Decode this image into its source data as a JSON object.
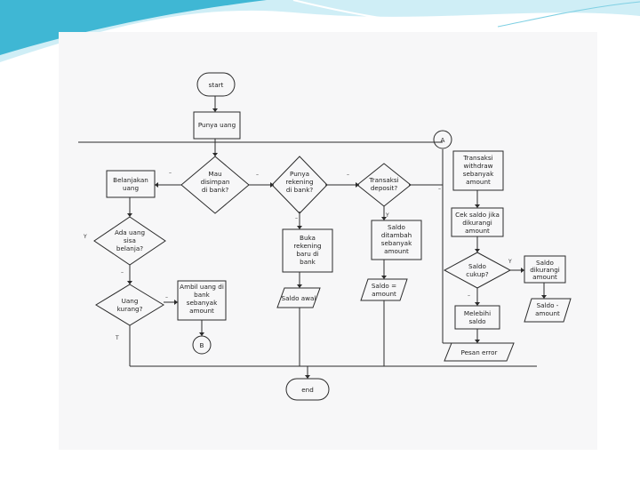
{
  "theme": {
    "accent": "#3fb7d4",
    "accent_light": "#a9e3f0",
    "line": "#2b2b2b"
  },
  "flowchart": {
    "start": "start",
    "end": "end",
    "punya_uang": "Punya uang",
    "mau_disimpan": [
      "Mau",
      "disimpan",
      "di bank?"
    ],
    "punya_rekening": [
      "Punya",
      "rekening",
      "di bank?"
    ],
    "transaksi_deposit": [
      "Transaksi",
      "deposit?"
    ],
    "transaksi_withdraw": [
      "Transaksi",
      "withdraw",
      "sebanyak",
      "amount"
    ],
    "belanjakan_uang": [
      "Belanjakan",
      "uang"
    ],
    "ada_uang_sisa": [
      "Ada uang",
      "sisa",
      "belanja?"
    ],
    "uang_kurang": [
      "Uang",
      "kurang?"
    ],
    "ambil_uang": [
      "Ambil uang di",
      "bank",
      "sebanyak",
      "amount"
    ],
    "buka_rekening": [
      "Buka",
      "rekening",
      "baru di",
      "bank"
    ],
    "saldo_awal": "Saldo awal",
    "saldo_ditambah": [
      "Saldo",
      "ditambah",
      "sebanyak",
      "amount"
    ],
    "saldo_eq_amount": [
      "Saldo =",
      "amount"
    ],
    "cek_saldo": [
      "Cek saldo jika",
      "dikurangi",
      "amount"
    ],
    "saldo_cukup": [
      "Saldo",
      "cukup?"
    ],
    "saldo_dikurangi": [
      "Saldo",
      "dikurangi",
      "amount"
    ],
    "saldo_amount": [
      "Saldo -",
      "amount"
    ],
    "melebihi_saldo": [
      "Melebihi",
      "saldo"
    ],
    "pesan_error": "Pesan error",
    "connector_a": "A",
    "connector_b": "B",
    "labels": {
      "yes": "Y",
      "no": "T",
      "dash": "–"
    }
  }
}
